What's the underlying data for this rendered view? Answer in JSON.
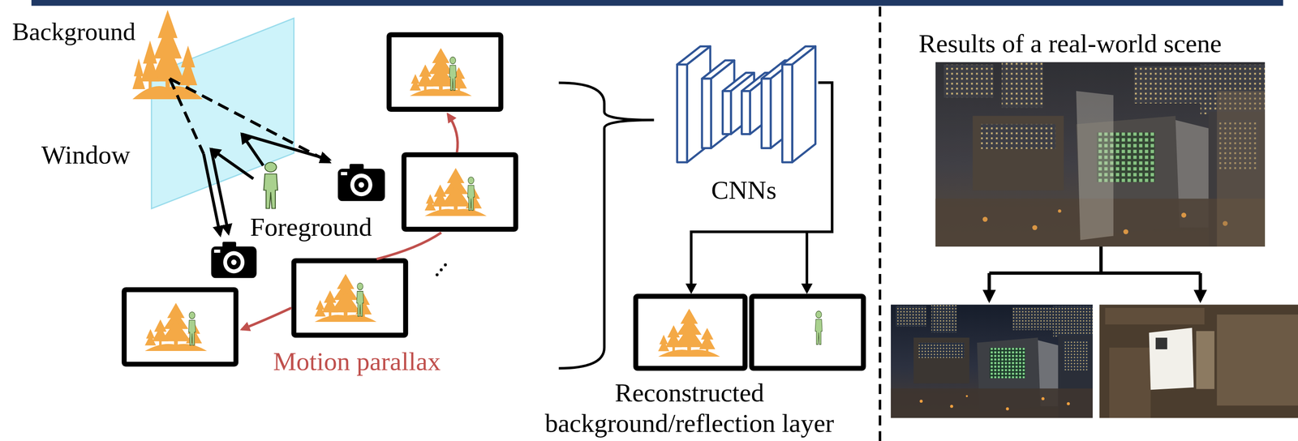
{
  "diagram": {
    "nodes": [
      {
        "text": [
          "CNNs"
        ]
      },
      {
        "text": [
          "Reconstructed background/reflection layer"
        ]
      },
      {
        "text": [
          "Results of a real-world scene"
        ]
      }
    ],
    "edges": [
      {
        "from": 0,
        "to": 1,
        "arrow": "to"
      }
    ],
    "labels": [
      "Background",
      "Window",
      "Foreground",
      "Motion parallax"
    ]
  }
}
